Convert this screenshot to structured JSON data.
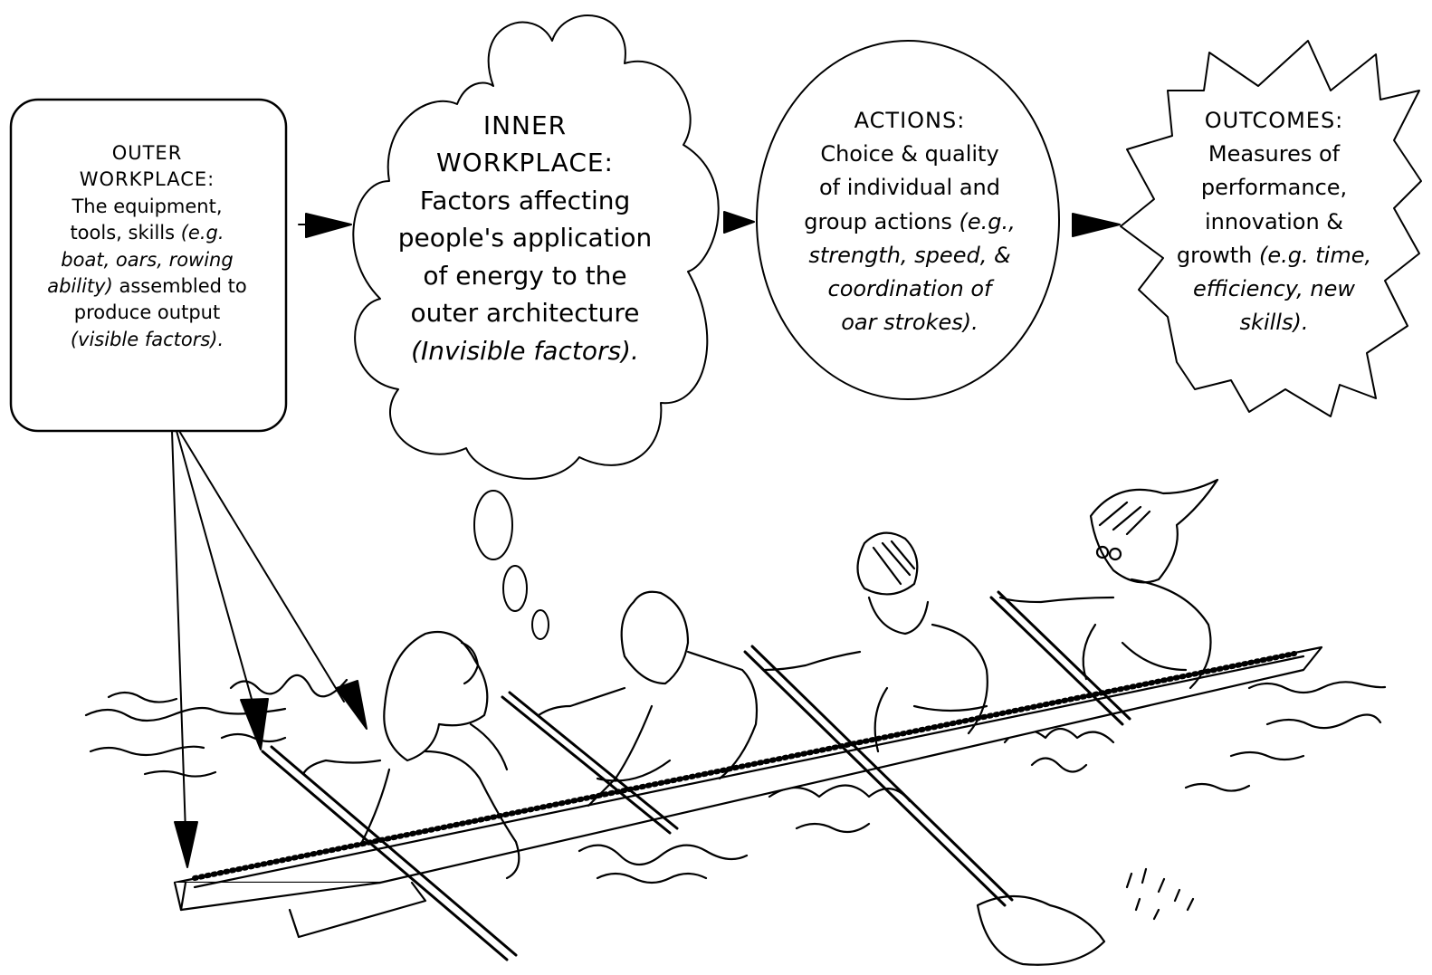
{
  "outer": {
    "title_line1": "OUTER",
    "title_line2": "WORKPLACE:",
    "line1": "The equipment,",
    "line2a": "tools, skills ",
    "line2b": "(e.g.",
    "line3": "boat, oars, rowing",
    "line4a": "ability)",
    "line4b": " assembled to",
    "line5": "produce output",
    "line6": "(visible factors)."
  },
  "inner": {
    "title_line1": "INNER",
    "title_line2": "WORKPLACE:",
    "line1": "Factors affecting",
    "line2": "people's application",
    "line3": "of energy to the",
    "line4": "outer architecture",
    "line5": "(Invisible factors)."
  },
  "actions": {
    "title": "ACTIONS:",
    "line1": "Choice & quality",
    "line2": "of individual and",
    "line3a": "group actions ",
    "line3b": "(e.g.,",
    "line4": "strength, speed, &",
    "line5": "coordination of",
    "line6": "oar strokes)."
  },
  "outcomes": {
    "title": "OUTCOMES:",
    "line1": "Measures of",
    "line2": "performance,",
    "line3": "innovation &",
    "line4a": "growth ",
    "line4b": "(e.g. time,",
    "line5": "efficiency,  new",
    "line6": "skills)."
  },
  "icons": {
    "illustration": "rowing-boat-crew-illustration",
    "flow_arrow": "arrow-right-icon",
    "pointer_arrow": "arrow-pointer-icon"
  },
  "colors": {
    "ink": "#000000",
    "paper": "#ffffff"
  }
}
